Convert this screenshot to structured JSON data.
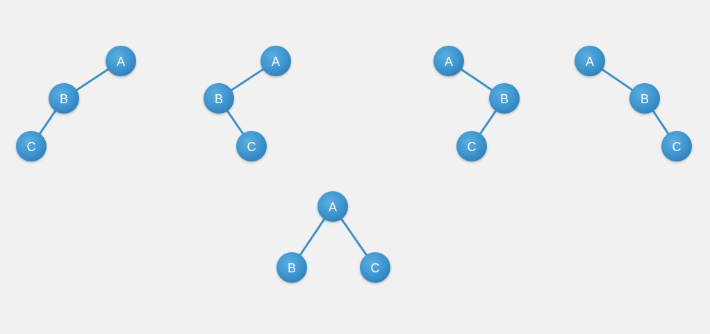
{
  "colors": {
    "background": "#f1f1f1",
    "node_fill": "#3f95cf",
    "node_fill_light": "#5aaee0",
    "node_fill_dark": "#2f7fb8",
    "edge": "#3f8fc8",
    "label": "#ffffff"
  },
  "trees": [
    {
      "id": "tree-1",
      "nodes": [
        {
          "id": "A",
          "label": "A"
        },
        {
          "id": "B",
          "label": "B"
        },
        {
          "id": "C",
          "label": "C"
        }
      ],
      "edges": [
        [
          "A",
          "B"
        ],
        [
          "B",
          "C"
        ]
      ],
      "shape": "left-left"
    },
    {
      "id": "tree-2",
      "nodes": [
        {
          "id": "A",
          "label": "A"
        },
        {
          "id": "B",
          "label": "B"
        },
        {
          "id": "C",
          "label": "C"
        }
      ],
      "edges": [
        [
          "A",
          "B"
        ],
        [
          "B",
          "C"
        ]
      ],
      "shape": "left-right"
    },
    {
      "id": "tree-3",
      "nodes": [
        {
          "id": "A",
          "label": "A"
        },
        {
          "id": "B",
          "label": "B"
        },
        {
          "id": "C",
          "label": "C"
        }
      ],
      "edges": [
        [
          "A",
          "B"
        ],
        [
          "B",
          "C"
        ]
      ],
      "shape": "right-left"
    },
    {
      "id": "tree-4",
      "nodes": [
        {
          "id": "A",
          "label": "A"
        },
        {
          "id": "B",
          "label": "B"
        },
        {
          "id": "C",
          "label": "C"
        }
      ],
      "edges": [
        [
          "A",
          "B"
        ],
        [
          "B",
          "C"
        ]
      ],
      "shape": "right-right"
    },
    {
      "id": "tree-5",
      "nodes": [
        {
          "id": "A",
          "label": "A"
        },
        {
          "id": "B",
          "label": "B"
        },
        {
          "id": "C",
          "label": "C"
        }
      ],
      "edges": [
        [
          "A",
          "B"
        ],
        [
          "A",
          "C"
        ]
      ],
      "shape": "balanced"
    }
  ]
}
